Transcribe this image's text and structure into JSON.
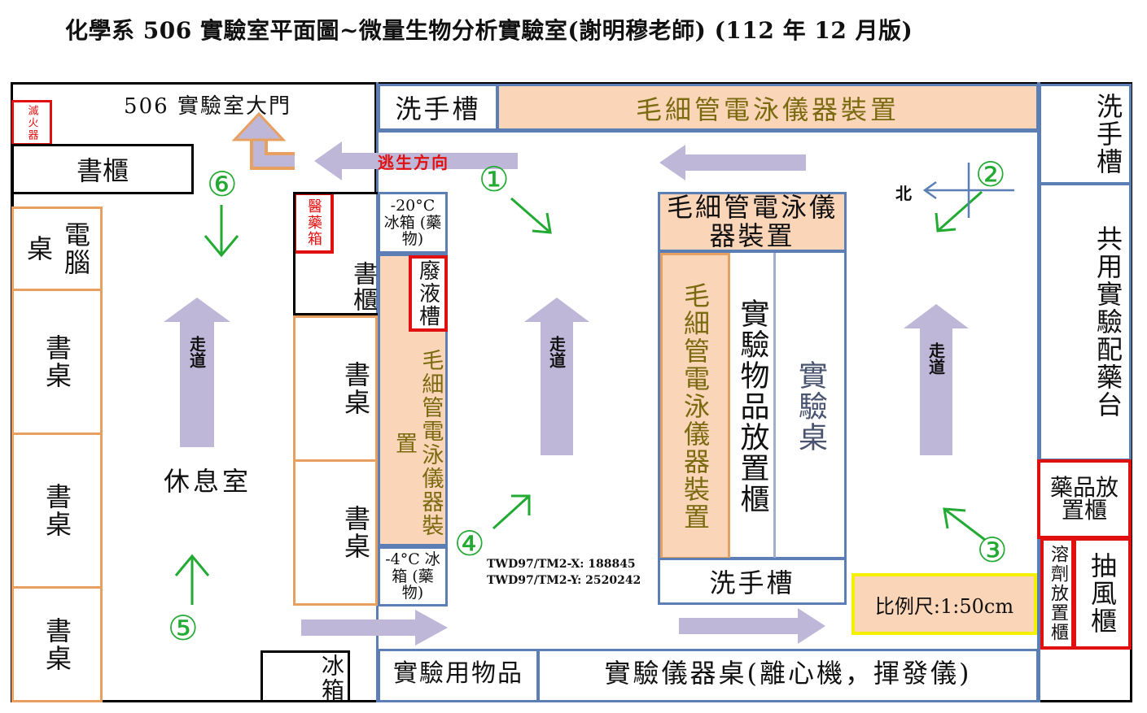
{
  "title": "化學系 506 實驗室平面圖~微量生物分析實驗室(謝明穆老師) (112 年 12 月版)",
  "rooms": {
    "door": "506 實驗室大門",
    "extinguisher": "滅火器",
    "bookcase_top": "書櫃",
    "computer_desk": "電腦桌",
    "desk": "書桌",
    "lounge": "休息室",
    "corridor": "走道",
    "escape": "逃生方向",
    "first_aid": "醫藥箱",
    "bookcase_mid": "書櫃",
    "freezer": "-20°C 冰箱 (藥物)",
    "waste": "廢液槽",
    "ce_left": "毛細管電泳儀器裝置",
    "fridge": "-4°C 冰箱 (藥物)",
    "fridge_bottom": "冰箱",
    "sink": "洗手槽",
    "ce_top": "毛細管電泳儀器裝置",
    "ce_center": "毛細管電泳儀器裝置",
    "storage": "實驗物品放置櫃",
    "lab_bench": "實驗桌",
    "lab_items": "實驗用物品",
    "instrument_bench": "實驗儀器桌(離心機，揮發儀)",
    "north": "北",
    "shared_bench": "共用實驗配藥台",
    "chem_cabinet": "藥品放置櫃",
    "solvent_cabinet": "溶劑放置櫃",
    "fume_hood": "抽風櫃",
    "scale": "比例尺:1:50cm",
    "coord_x": "TWD97/TM2-X: 188845",
    "coord_y": "TWD97/TM2-Y: 2520242"
  },
  "markers": [
    "①",
    "②",
    "③",
    "④",
    "⑤",
    "⑥"
  ],
  "colors": {
    "wall": "#000000",
    "blue": "#5b7fb5",
    "orange": "#e8a060",
    "peach": "#fbd5b8",
    "red": "#e01010",
    "arrow": "#bfb7d8",
    "green": "#22aa33",
    "yellow": "#f5f000"
  }
}
